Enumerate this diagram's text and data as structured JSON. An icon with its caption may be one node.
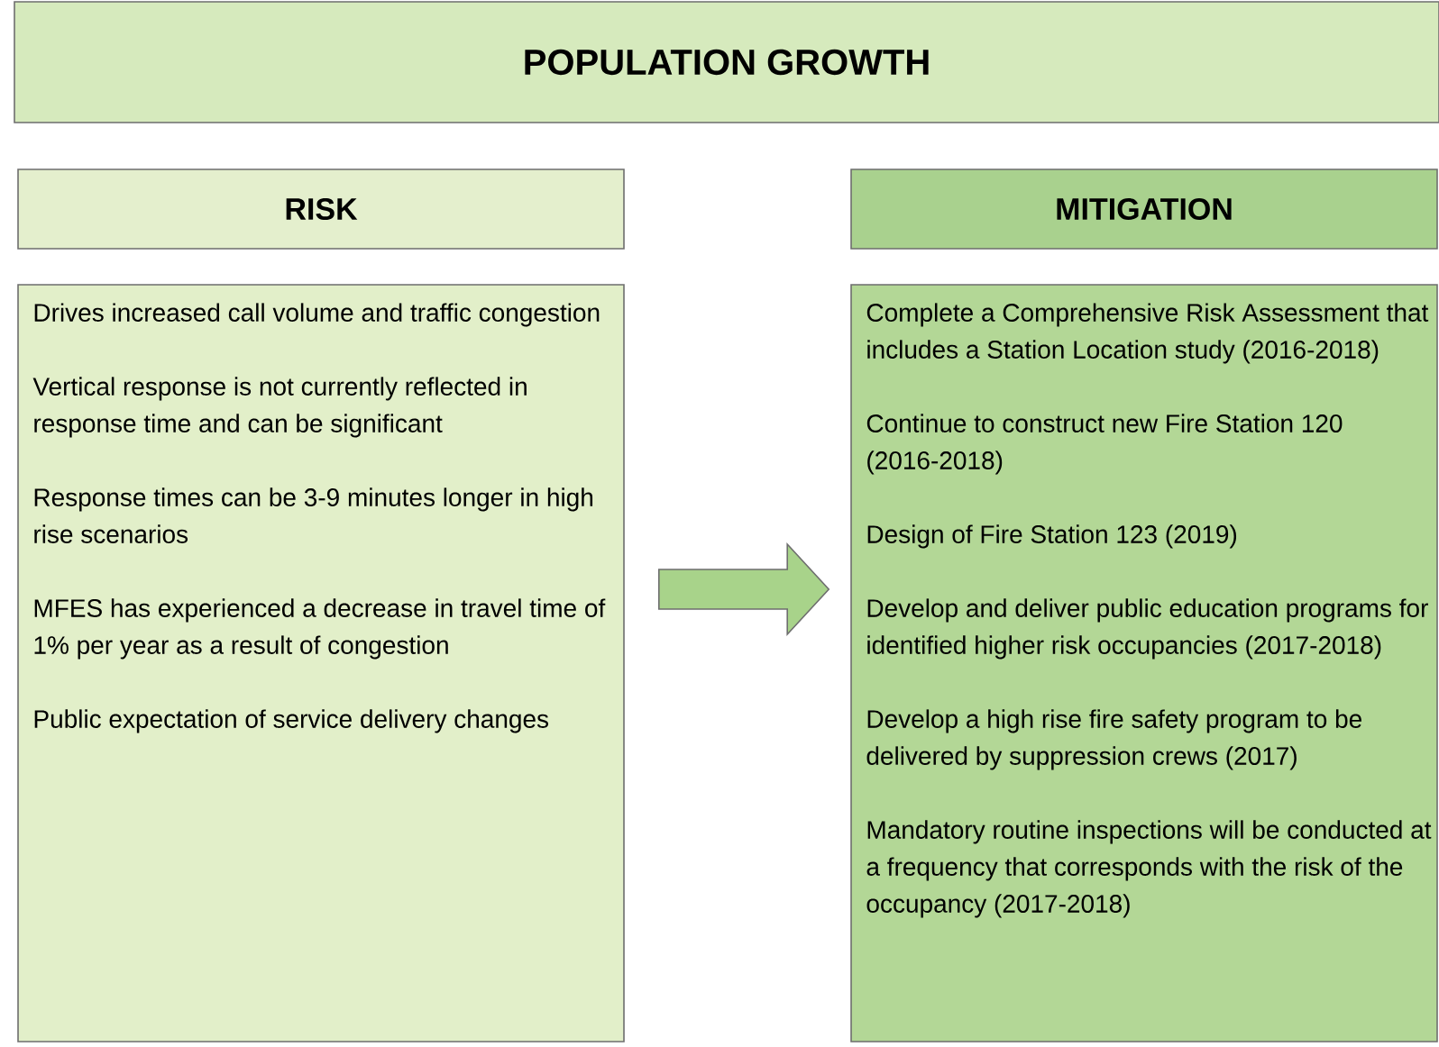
{
  "diagram": {
    "nodes": [
      {
        "text": [
          "POPULATION GROWTH"
        ]
      },
      {
        "text": [
          "RISK"
        ]
      },
      {
        "text": [
          "MITIGATION"
        ]
      },
      {
        "text": [
          "Drives increased call volume and traffic congestion",
          "Vertical response is not currently reflected in response time and can be significant",
          "Response times can be 3-9 minutes longer in high rise scenarios",
          "MFES has experienced a decrease in travel time of 1% per year as a result of congestion",
          "Public expectation of service delivery changes"
        ]
      },
      {
        "text": [
          "Complete a Comprehensive Risk Assessment that includes a Station Location study (2016-2018)",
          "Continue to construct new Fire Station 120 (2016-2018)",
          "Design of Fire Station 123 (2019)",
          "Develop and deliver public education programs for identified higher risk occupancies (2017-2018)",
          "Develop a high rise fire safety program to be delivered by suppression crews (2017)",
          "Mandatory routine inspections will be conducted at a frequency that corresponds with the risk of the occupancy (2017-2018)"
        ]
      }
    ],
    "edges": [
      {
        "from": 3,
        "to": 4,
        "arrow": "to"
      }
    ]
  }
}
